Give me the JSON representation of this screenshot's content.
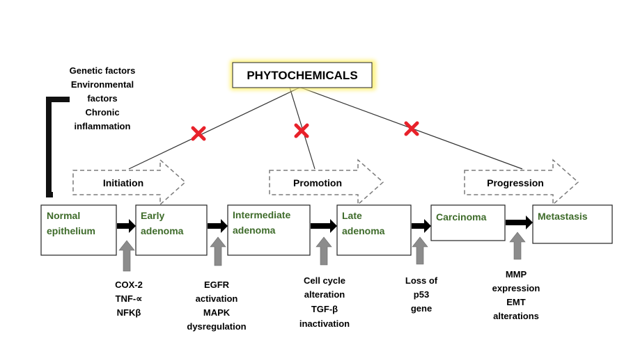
{
  "phytochemicals": "PHYTOCHEMICALS",
  "risk_factors": [
    "Genetic factors",
    "Environmental",
    "factors",
    "Chronic",
    "inflammation"
  ],
  "stages": [
    "Initiation",
    "Promotion",
    "Progression"
  ],
  "boxes": [
    [
      "Normal",
      "epithelium"
    ],
    [
      "Early",
      "adenoma"
    ],
    [
      "Intermediate",
      "adenoma"
    ],
    [
      "Late",
      "adenoma"
    ],
    [
      "Carcinoma"
    ],
    [
      "Metastasis"
    ]
  ],
  "mechanisms": [
    [
      "COX-2",
      "TNF-∝",
      "NFKβ"
    ],
    [
      "EGFR",
      "activation",
      "MAPK",
      "dysregulation"
    ],
    [
      "Cell cycle",
      "alteration",
      "TGF-β",
      "inactivation"
    ],
    [
      "Loss of",
      "p53",
      "gene"
    ],
    [
      "MMP",
      "expression",
      "EMT",
      "alterations"
    ]
  ],
  "colors": {
    "box_text": "#3e6b2a",
    "glow": "#fff27a",
    "block_mark": "#e8212a",
    "up_arrow": "#8c8c8c",
    "dashed_stroke": "#7a7a7a"
  },
  "icons": {
    "block_mark": "red-x-icon",
    "flow_arrow": "black-right-arrow-icon",
    "trigger_arrow": "gray-up-arrow-icon"
  }
}
